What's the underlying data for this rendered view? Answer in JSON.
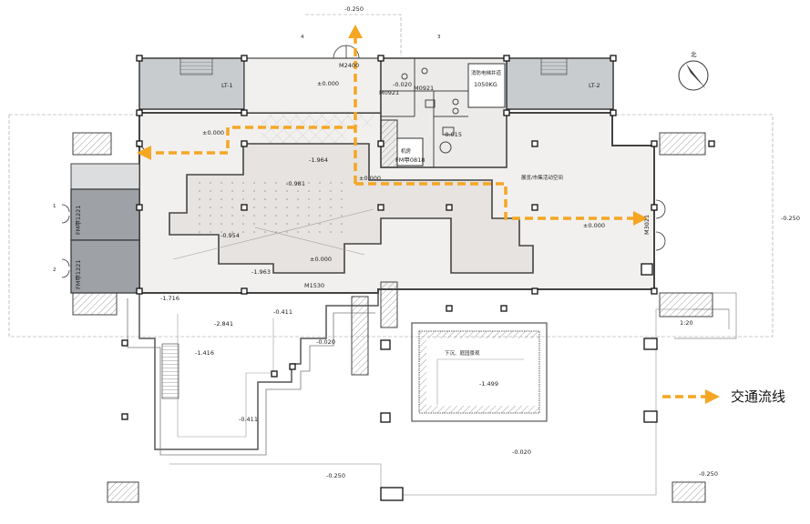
{
  "rooms": {
    "lt1": "LT-1",
    "lt2": "LT-2",
    "elevator": "消防电梯井道",
    "elevator_load": "1050KG",
    "exhibition": "展览/市集活动空间",
    "machine": "机房"
  },
  "doors": {
    "m2400": "M2400",
    "m0921a": "M0921",
    "m0921b": "M0921",
    "m1530": "M1530",
    "m3021": "M3021",
    "fm0818": "FM甲0818",
    "fm1221a": "FM甲1221",
    "fm1221b": "FM甲1221"
  },
  "levels": {
    "top": "-0.250",
    "l0_upper": "±0.000",
    "l0_left": "±0.000",
    "l0_center": "±0.000",
    "l0_right": "±0.000",
    "l0_lower": "±0.000",
    "n020_wc": "-0.020",
    "n015": "-0.015",
    "n1964": "-1.964",
    "n0981": "-0.981",
    "n0954": "-0.954",
    "n1963": "-1.963",
    "n1716": "-1.716",
    "n2841": "-2.841",
    "n0411a": "-0.411",
    "n0020a": "-0.020",
    "n1416": "-1.416",
    "n0411b": "-0.411",
    "n1499": "-1.499",
    "n0020b": "-0.020",
    "n0250_bl": "-0.250",
    "n0250_br": "-0.250",
    "n0250_r": "-0.250"
  },
  "pool_label": "下沉、庭园景观",
  "ramp_label": "1:20",
  "axis_labels": {
    "a": "1",
    "b": "2",
    "c": "3",
    "d": "4"
  },
  "compass_label": "北",
  "legend": {
    "label": "交通流线",
    "color": "#F5A623"
  },
  "colors": {
    "floor": "#F2F0EE",
    "grey_room": "#C9CCCF",
    "wall": "#555555",
    "flow": "#F5A623"
  }
}
